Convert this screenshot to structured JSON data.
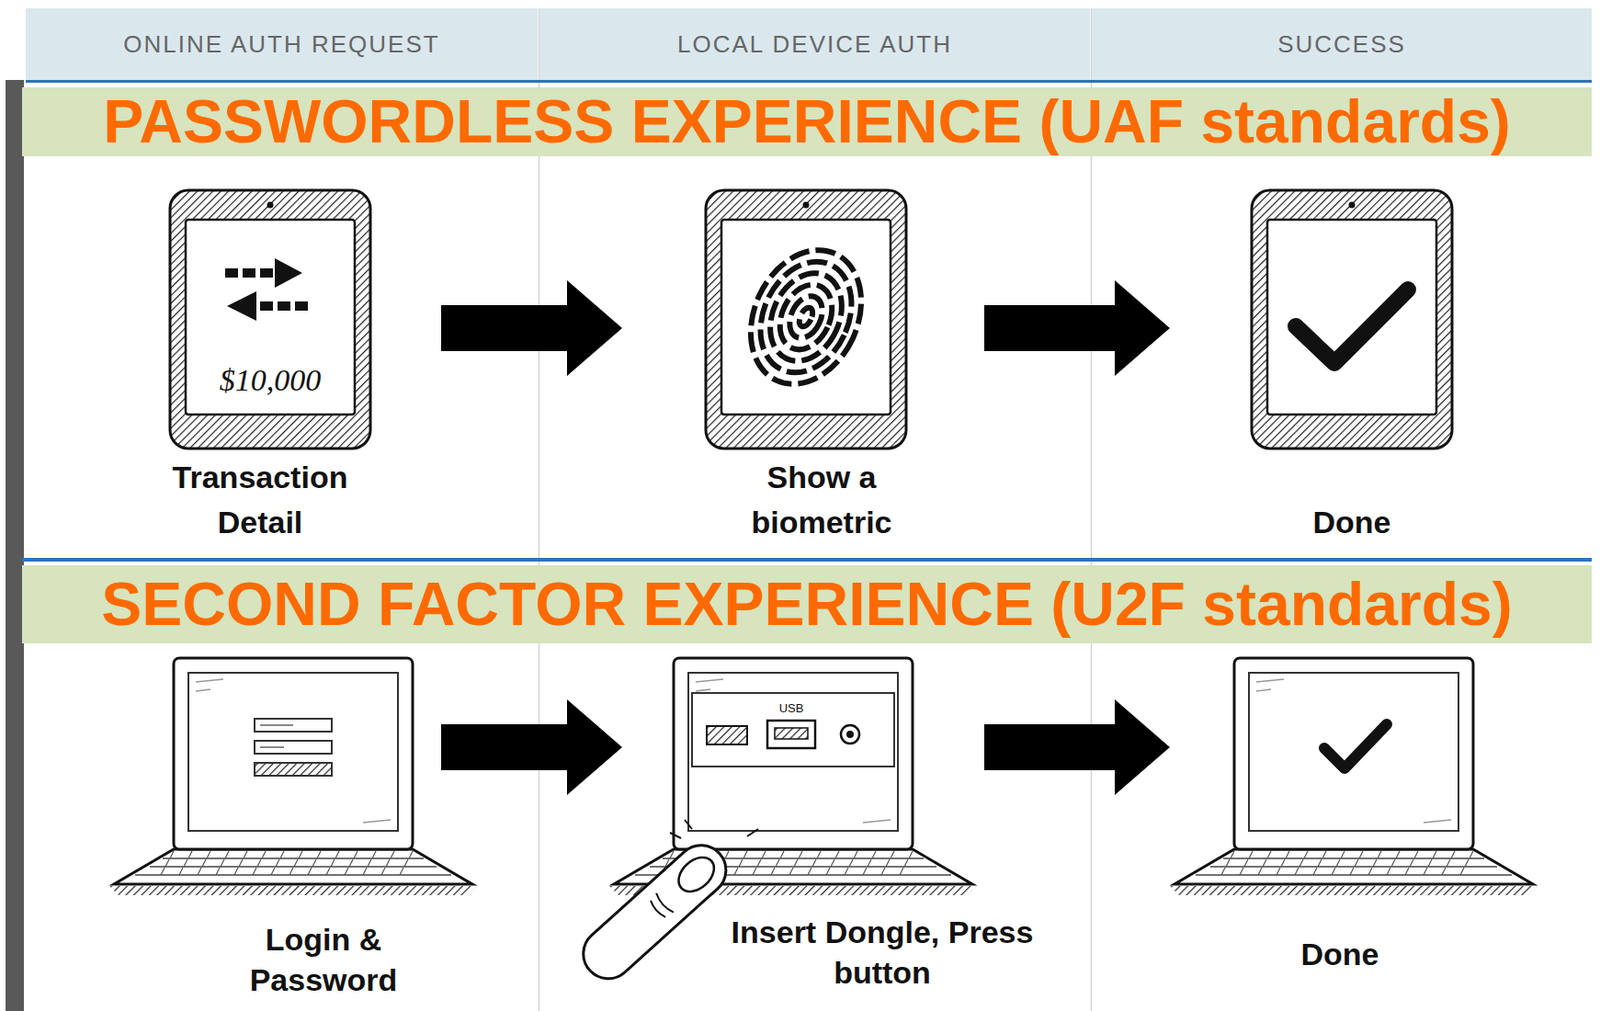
{
  "diagram": {
    "nodes": [
      {
        "text": [
          "ONLINE AUTH REQUEST"
        ]
      },
      {
        "text": [
          "LOCAL DEVICE AUTH"
        ]
      },
      {
        "text": [
          "SUCCESS"
        ]
      },
      {
        "text": [
          "PASSWORDLESS EXPERIENCE (UAF standards)"
        ]
      },
      {
        "text": [
          "$10,000",
          "Transaction Detail"
        ]
      },
      {
        "text": [
          "Show a biometric"
        ]
      },
      {
        "text": [
          "Done"
        ]
      },
      {
        "text": [
          "SECOND FACTOR EXPERIENCE (U2F standards)"
        ]
      },
      {
        "text": [
          "Login & Password"
        ]
      },
      {
        "text": [
          "USB",
          "Insert Dongle, Press button"
        ]
      },
      {
        "text": [
          "Done"
        ]
      }
    ],
    "edges": [
      {
        "from": 4,
        "to": 5,
        "arrow": "to"
      },
      {
        "from": 5,
        "to": 6,
        "arrow": "to"
      },
      {
        "from": 8,
        "to": 9,
        "arrow": "to"
      },
      {
        "from": 9,
        "to": 10,
        "arrow": "to"
      }
    ]
  }
}
